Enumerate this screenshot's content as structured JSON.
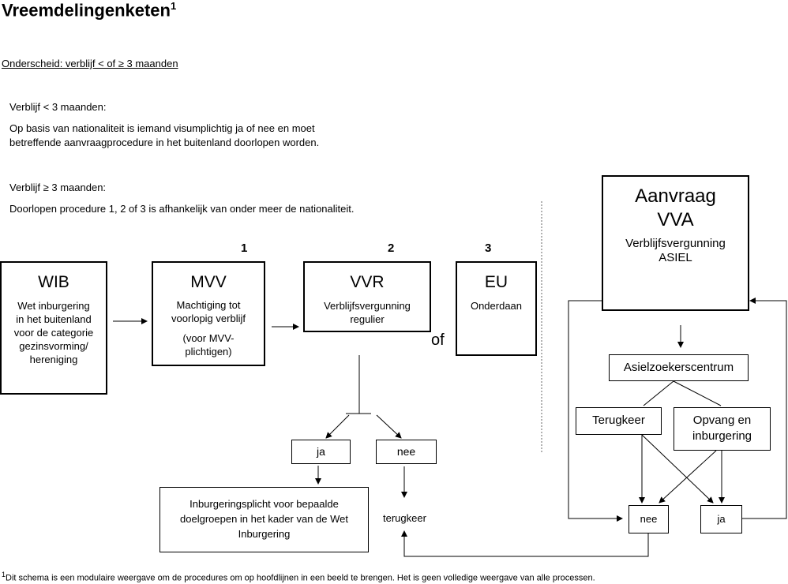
{
  "title": "Vreemdelingenketen",
  "title_footnote_marker": "1",
  "subheading": "Onderscheid: verblijf < of ≥ 3 maanden",
  "short_stay": {
    "heading": "Verblijf < 3 maanden:",
    "text_line1": "Op basis van nationaliteit is iemand visumplichtig ja of nee en moet",
    "text_line2": "betreffende aanvraagprocedure in het buitenland doorlopen worden."
  },
  "long_stay": {
    "heading": "Verblijf ≥ 3 maanden:",
    "text": "Doorlopen procedure 1, 2 of 3 is afhankelijk van onder meer de nationaliteit."
  },
  "procedure_numbers": [
    "1",
    "2",
    "3"
  ],
  "boxes": {
    "wib": {
      "title": "WIB",
      "desc": [
        "Wet inburgering",
        "in het buitenland",
        "voor de categorie",
        "gezinsvorming/",
        "hereniging"
      ]
    },
    "mvv": {
      "title": "MVV",
      "desc": [
        "Machtiging tot",
        "voorlopig verblijf"
      ],
      "note": [
        "(voor MVV-",
        "plichtigen)"
      ]
    },
    "vvr": {
      "title": "VVR",
      "desc": [
        "Verblijfsvergunning",
        "regulier"
      ]
    },
    "eu": {
      "title": "EU",
      "desc": [
        "Onderdaan"
      ]
    },
    "vva": {
      "title_line1": "Aanvraag",
      "title_line2": "VVA",
      "desc": [
        "Verblijfsvergunning",
        "ASIEL"
      ]
    }
  },
  "of_label": "of",
  "regular_branch": {
    "yes": "ja",
    "no": "nee",
    "integration_obligation": [
      "Inburgeringsplicht voor bepaalde",
      "doelgroepen in het kader van de Wet",
      "Inburgering"
    ],
    "return": "terugkeer"
  },
  "asylum_branch": {
    "center": "Asielzoekerscentrum",
    "return": "Terugkeer",
    "reception": [
      "Opvang en",
      "inburgering"
    ],
    "no": "nee",
    "yes": "ja"
  },
  "footnote": {
    "marker": "1",
    "text": "Dit schema is een modulaire weergave om de procedures om op hoofdlijnen in een beeld te brengen. Het is geen volledige weergave van alle processen."
  }
}
